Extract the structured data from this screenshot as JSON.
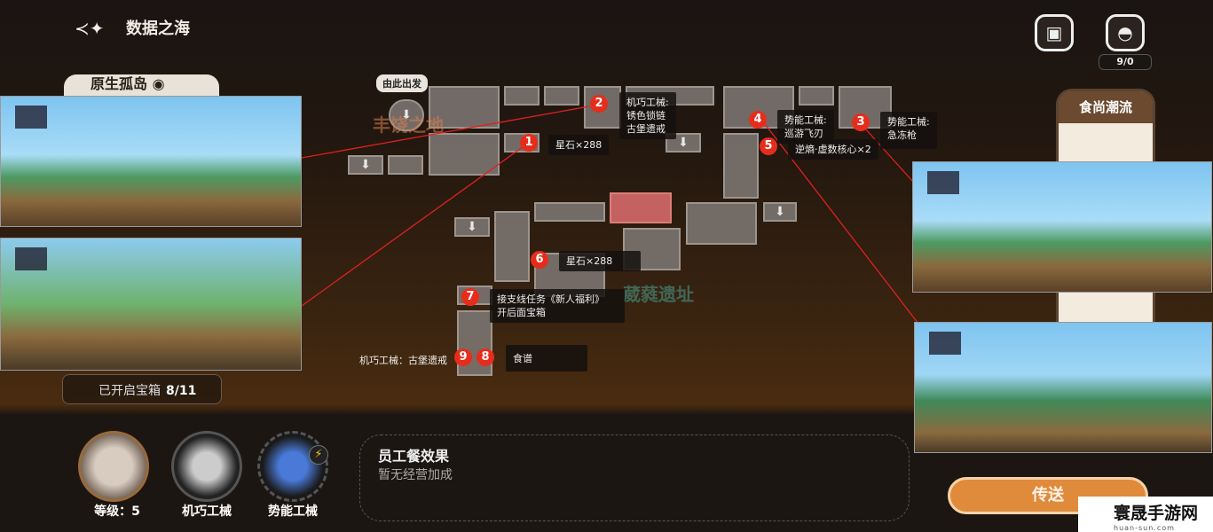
{
  "header": {
    "back_icon": "star-arrow-back-icon",
    "title": "数据之海"
  },
  "island": {
    "label": "原生孤岛",
    "icon": "location-pin-icon"
  },
  "map": {
    "start_tag": "由此出发",
    "areas": [
      "丰饶之地",
      "葳蕤遗址"
    ],
    "markers": [
      {
        "num": "1",
        "text": "星石×288"
      },
      {
        "num": "2",
        "text": "机巧工械:\n锈色锁链\n古堡遗戒"
      },
      {
        "num": "3",
        "text": "势能工械:\n急冻枪"
      },
      {
        "num": "4",
        "text": "势能工械:\n巡游飞刃"
      },
      {
        "num": "5",
        "text": "逆熵·虚数核心×2"
      },
      {
        "num": "6",
        "text": "星石×288"
      },
      {
        "num": "7",
        "text": "接支线任务《新人福利》\n开后面宝箱"
      },
      {
        "num": "8",
        "text": "食谱"
      },
      {
        "num": "9",
        "text": "机巧工械：古堡遗戒"
      }
    ]
  },
  "chests": {
    "label": "已开启宝箱",
    "value": "8/11"
  },
  "bottom": {
    "level_label": "等级：5",
    "slot1_label": "机巧工械",
    "slot2_label": "势能工械",
    "meal_title": "员工餐效果",
    "meal_sub": "暂无经营加成"
  },
  "right": {
    "bag_count": "9/0",
    "food_title": "食尚潮流",
    "teleport": "传送"
  },
  "watermark": {
    "name": "寰晟手游网",
    "url": "huan-sun.com"
  },
  "colors": {
    "marker": "#e62d1c",
    "teleport": "#e08a3c",
    "line": "#e02020"
  }
}
